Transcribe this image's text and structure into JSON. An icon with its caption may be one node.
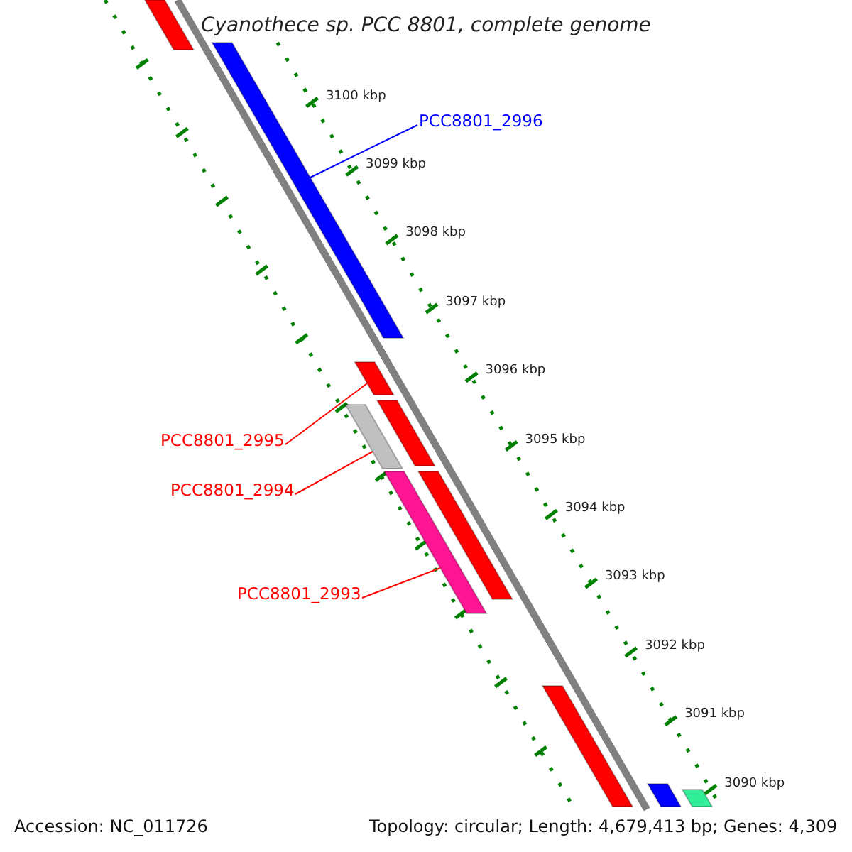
{
  "diagram": {
    "title": "Cyanothece sp. PCC 8801, complete genome",
    "nodes": [
      {
        "text": [
          "PCC8801_2996"
        ]
      },
      {
        "text": [],
        "shape": "bar"
      },
      {
        "text": [
          "PCC8801_2995"
        ]
      },
      {
        "text": [],
        "shape": "bar"
      },
      {
        "text": [
          "PCC8801_2994"
        ]
      },
      {
        "text": [],
        "shape": "bar"
      },
      {
        "text": [
          "PCC8801_2993"
        ]
      },
      {
        "text": [],
        "shape": "bar"
      }
    ],
    "edges": [
      {
        "from": 0,
        "to": 1,
        "arrow": "none",
        "color": "#0000ff"
      },
      {
        "from": 2,
        "to": 3,
        "arrow": "none"
      },
      {
        "from": 4,
        "to": 5,
        "arrow": "none"
      },
      {
        "from": 6,
        "to": 7,
        "arrow": "none"
      }
    ],
    "labels": [
      "3100 kbp",
      "3099 kbp",
      "3098 kbp",
      "3097 kbp",
      "3096 kbp",
      "3095 kbp",
      "3094 kbp",
      "3093 kbp",
      "3092 kbp",
      "3091 kbp",
      "3090 kbp",
      "Accession: NC_011726",
      "Topology: circular; Length: 4,679,413 bp; Genes: 4,309"
    ]
  }
}
